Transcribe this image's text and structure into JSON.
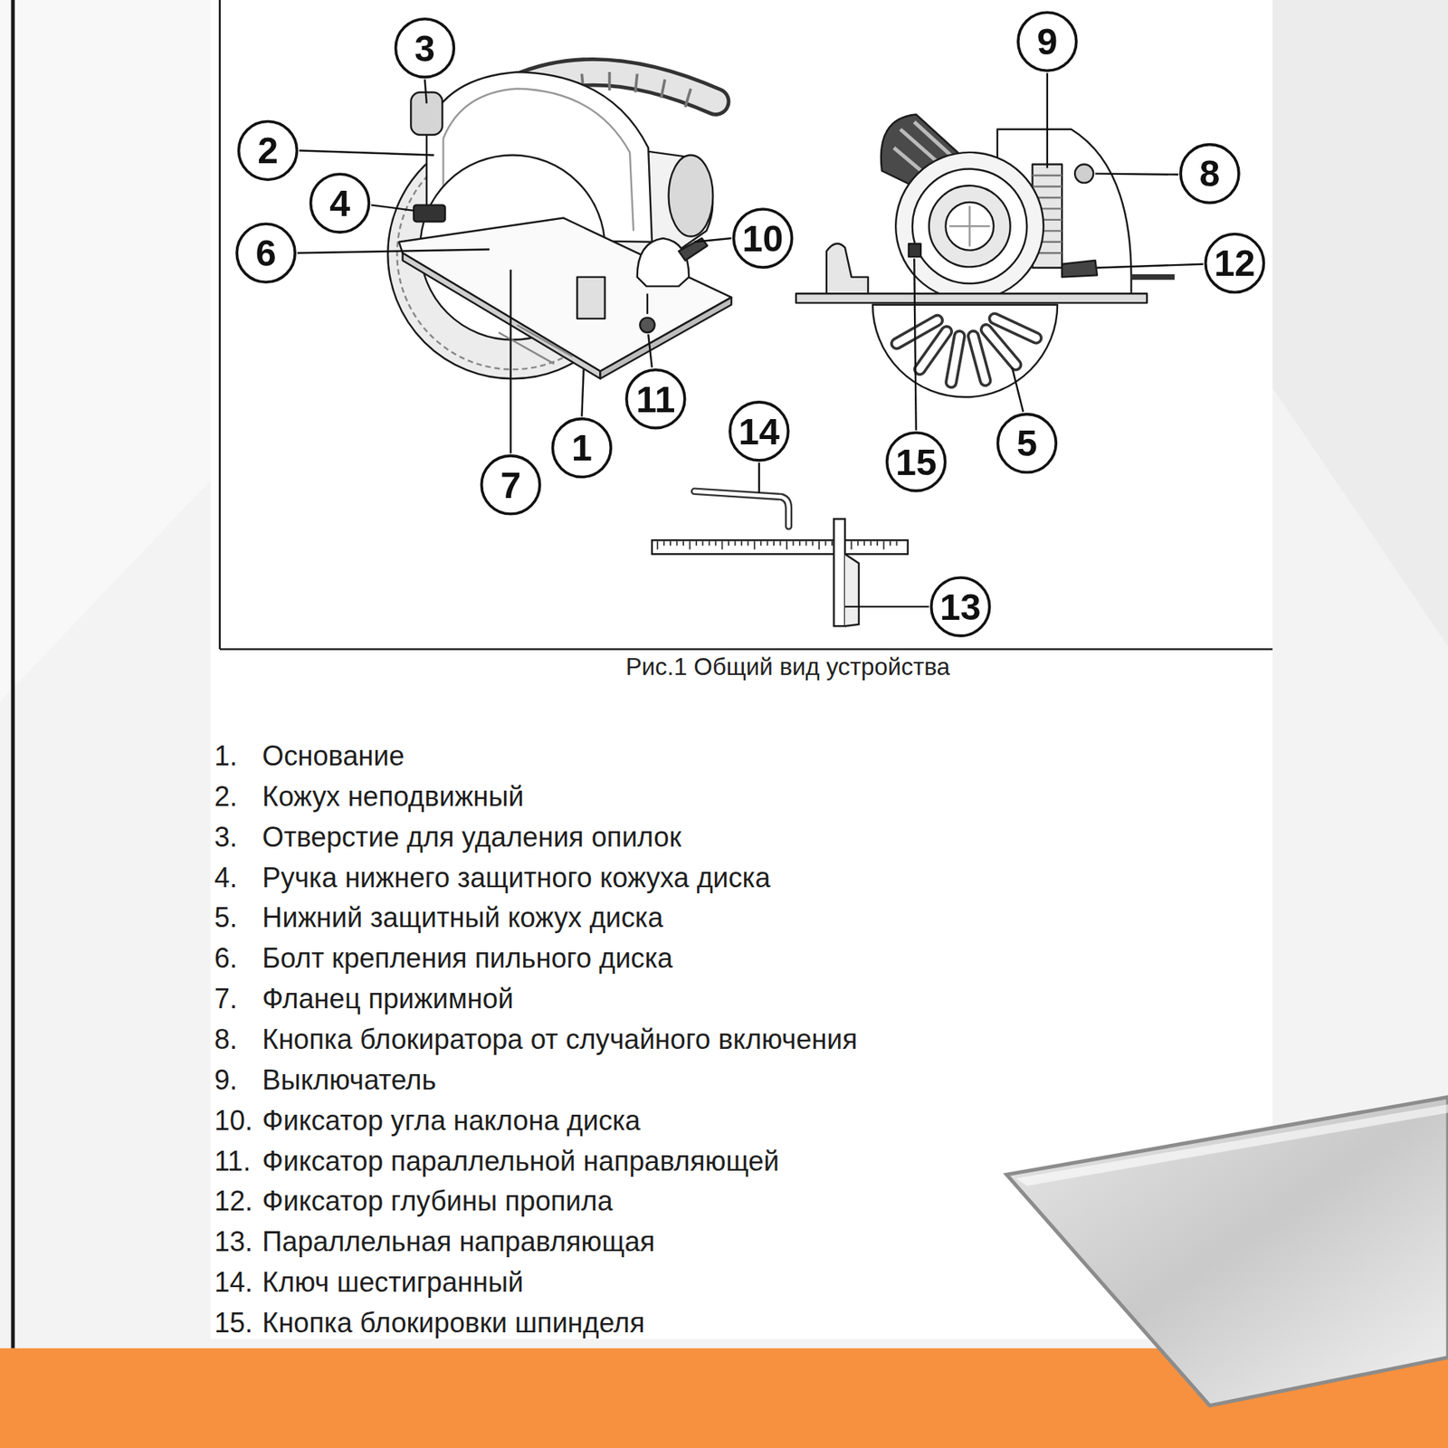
{
  "diagram": {
    "caption": "Рис.1 Общий вид устройства",
    "nodes": [
      {
        "text": [
          "9"
        ]
      },
      {
        "text": [
          "3"
        ]
      },
      {
        "text": [
          "2"
        ]
      },
      {
        "text": [
          "8"
        ]
      },
      {
        "text": [
          "4"
        ]
      },
      {
        "text": [
          "10"
        ]
      },
      {
        "text": [
          "6"
        ]
      },
      {
        "text": [
          "12"
        ]
      },
      {
        "text": [
          "11"
        ]
      },
      {
        "text": [
          "14"
        ]
      },
      {
        "text": [
          "5"
        ]
      },
      {
        "text": [
          "1"
        ]
      },
      {
        "text": [
          "15"
        ]
      },
      {
        "text": [
          "7"
        ]
      },
      {
        "text": [
          "13"
        ]
      }
    ],
    "labels": [
      "1.",
      "Основание",
      "2.",
      "Кожух неподвижный",
      "3.",
      "Отверстие для удаления опилок",
      "4.",
      "Ручка нижнего защитного кожуха диска",
      "5.",
      "Нижний защитный кожух диска",
      "6.",
      "Болт крепления пильного диска",
      "7.",
      "Фланец прижимной",
      "8.",
      "Кнопка блокиратора от случайного включения",
      "9.",
      "Выключатель",
      "10.",
      "Фиксатор угла наклона диска",
      "11.",
      "Фиксатор параллельной направляющей",
      "12.",
      "Фиксатор глубины пропила",
      "13.",
      "Параллельная направляющая",
      "14.",
      "Ключ шестигранный",
      "15.",
      "Кнопка блокировки шпинделя"
    ]
  }
}
